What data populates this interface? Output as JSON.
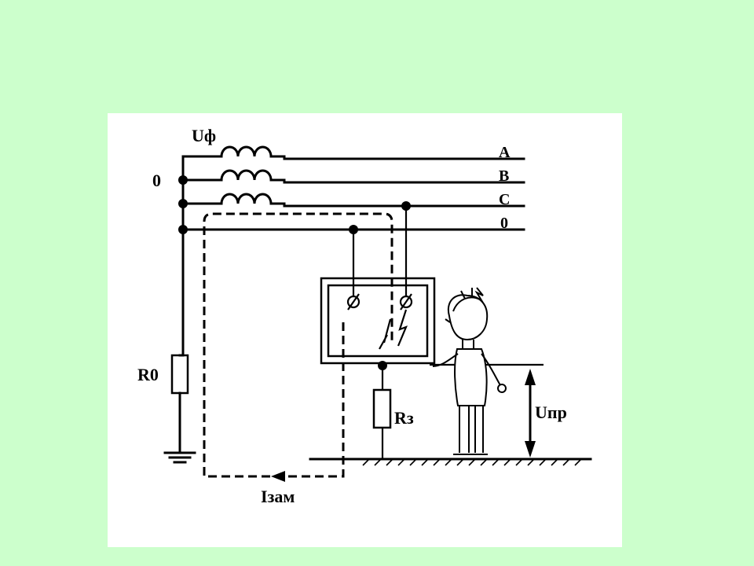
{
  "labels": {
    "phase_voltage": "Uф",
    "neutral_left": "0",
    "phase_a": "A",
    "phase_b": "B",
    "phase_c": "C",
    "neutral_right": "0",
    "r0": "R0",
    "rz": "Rз",
    "touch_voltage": "Uпр",
    "fault_current": "Iзам"
  },
  "colors": {
    "background": "#ccffcc",
    "panel": "#ffffff",
    "ink": "#000000"
  }
}
